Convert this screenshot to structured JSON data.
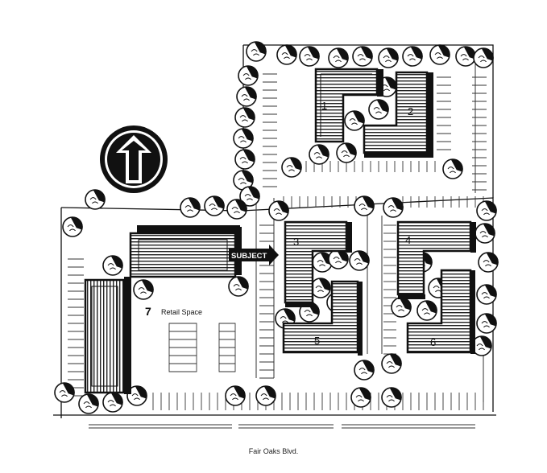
{
  "site_plan": {
    "street": "Fair Oaks Blvd.",
    "subject_label": "SUBJECT",
    "retail_label": "Retail Space",
    "buildings": [
      {
        "id": "1"
      },
      {
        "id": "2"
      },
      {
        "id": "3"
      },
      {
        "id": "4"
      },
      {
        "id": "5"
      },
      {
        "id": "6"
      },
      {
        "id": "7"
      }
    ],
    "icons": [
      "north-arrow-icon",
      "tree-icon",
      "building-icon"
    ],
    "colors": {
      "ink": "#111111",
      "paper": "#ffffff"
    }
  }
}
